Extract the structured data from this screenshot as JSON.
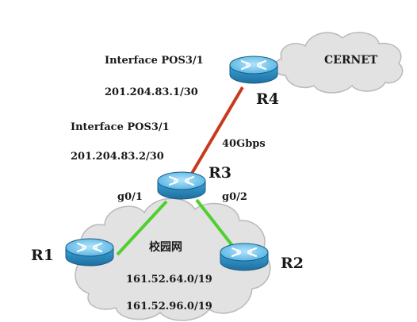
{
  "labels": {
    "r4_interface": "Interface POS3/1",
    "r4_ip": "201.204.83.1/30",
    "cernet": "CERNET",
    "r4": "R4",
    "r3_interface": "Interface POS3/1",
    "r3_ip": "201.204.83.2/30",
    "link_speed": "40Gbps",
    "r3": "R3",
    "g01": "g0/1",
    "g02": "g0/2",
    "r1": "R1",
    "campus": "校园网",
    "r2": "R2",
    "subnet1": "161.52.64.0/19",
    "subnet2": "161.52.96.0/19"
  },
  "colors": {
    "wan_link": "#c83a1e",
    "lan_link": "#4fd02e",
    "cloud_fill": "#e2e2e2",
    "cloud_stroke": "#b9b9b9",
    "router_body": "#2a8ec4",
    "router_top": "#7fc9ee"
  },
  "icons": [
    "router-icon",
    "cloud-icon"
  ]
}
